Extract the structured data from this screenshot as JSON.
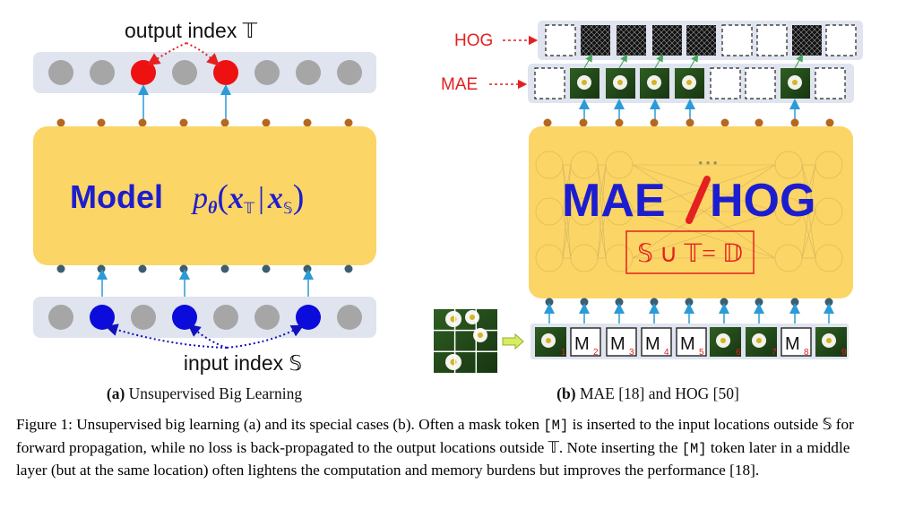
{
  "panel_a": {
    "output_label": "output index 𝕋",
    "input_label": "input index 𝕊",
    "model_word": "Model",
    "formula": {
      "p": "p",
      "theta": "θ",
      "open": "(",
      "x1": "x",
      "sub1": "𝕋",
      "bar": "|",
      "x2": "x",
      "sub2": "𝕊",
      "close": ")"
    },
    "caption_bold": "(a)",
    "caption_text": " Unsupervised Big Learning"
  },
  "panel_b": {
    "hog_label": "HOG",
    "mae_label": "MAE",
    "title_left": "MAE",
    "slash": "/",
    "title_right": "HOG",
    "set_formula": "𝕊 ∪ 𝕋= 𝔻",
    "ellipsis": "• • •",
    "mask_tokens": [
      {
        "m": "M",
        "sub": "2"
      },
      {
        "m": "M",
        "sub": "3"
      },
      {
        "m": "M",
        "sub": "4"
      },
      {
        "m": "M",
        "sub": "5"
      },
      {
        "m": "M",
        "sub": "8"
      }
    ],
    "patch_indices": [
      "1",
      "6",
      "7",
      "9"
    ],
    "caption_bold": "(b)",
    "caption_text": " MAE [18] and HOG [50]"
  },
  "colors": {
    "model_fill": "#fbd566",
    "row_bar": "#dfe4ef",
    "gray_node": "#a6a6a6",
    "red_node": "#ee1111",
    "blue_node": "#0b0bdc",
    "accent_red": "#e42020",
    "text_blue": "#1d1dd0",
    "arrow_cyan": "#2a9bd6",
    "top_dot": "#b5671e",
    "bottom_dot": "#3c5e70"
  },
  "caption": {
    "p1": "Figure 1: Unsupervised big learning (a) and its special cases (b). Often a mask token ",
    "m1": "[M]",
    "p2": " is inserted to the input locations outside 𝕊 for forward propagation, while no loss is back-propagated to the output locations outside 𝕋. Note inserting the ",
    "m2": "[M]",
    "p3": " token later in a middle layer (but at the same location) often lightens the computation and memory burdens but improves the performance [18]."
  }
}
